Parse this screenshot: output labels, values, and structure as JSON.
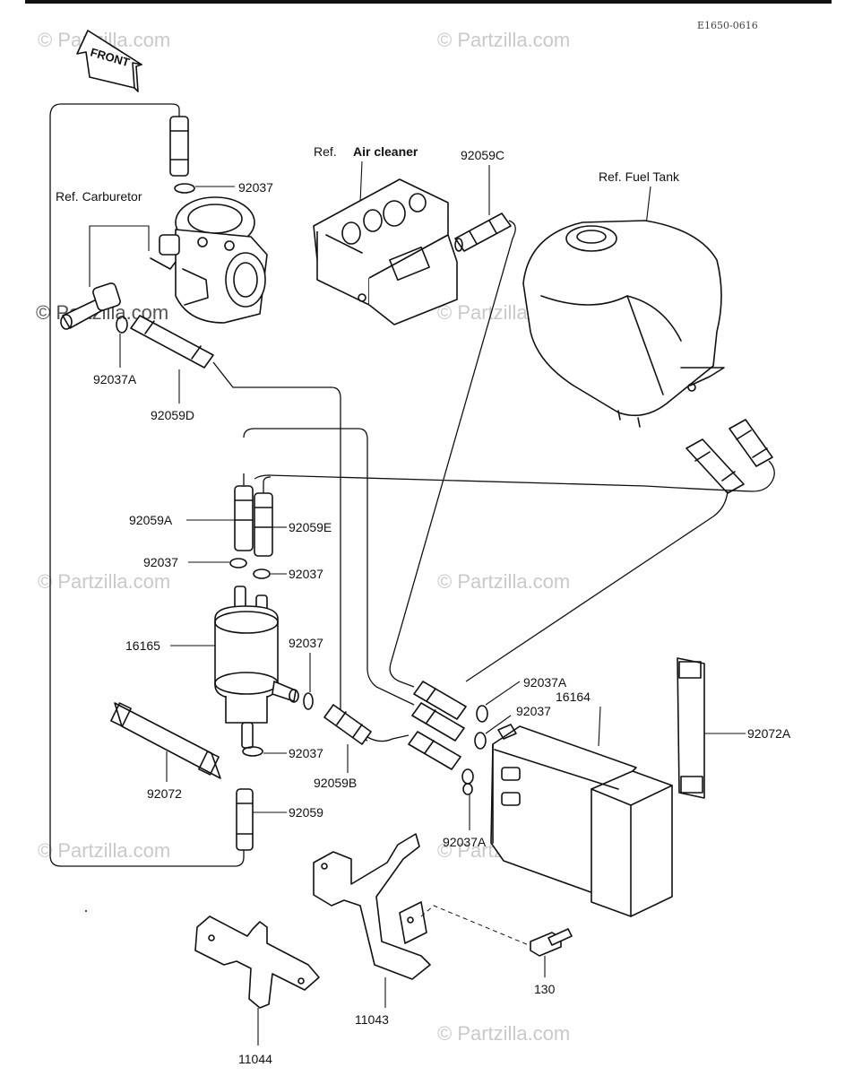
{
  "header": {
    "drawing_code": "E1650-0616",
    "front_arrow_label": "FRONT"
  },
  "watermarks": [
    "© Partzilla.com",
    "© Partzilla.com",
    "© Partzilla.com",
    "© Partzilla.com",
    "© Partzilla.com",
    "© Partzilla.com",
    "© Partzilla.com",
    "© Partzilla.com",
    "© Partzilla.com"
  ],
  "references": {
    "carburetor": "Ref. Carburetor",
    "air_cleaner_prefix": "Ref.",
    "air_cleaner_name": "Air cleaner",
    "fuel_tank": "Ref. Fuel Tank"
  },
  "callouts": {
    "c92037_top": "92037",
    "c92059C": "92059C",
    "c92037A_left": "92037A",
    "c92059D": "92059D",
    "c92059A": "92059A",
    "c92059E": "92059E",
    "c92037_mid_l": "92037",
    "c92037_mid_r": "92037",
    "c16165": "16165",
    "c92037_vert": "92037",
    "c92037A_right": "92037A",
    "c16164": "16164",
    "c92037_canister": "92037",
    "c92072A": "92072A",
    "c92037_low": "92037",
    "c92059B": "92059B",
    "c92072": "92072",
    "c92059": "92059",
    "c92037A_bottom": "92037A",
    "c130": "130",
    "c11043": "11043",
    "c11044": "11044"
  }
}
